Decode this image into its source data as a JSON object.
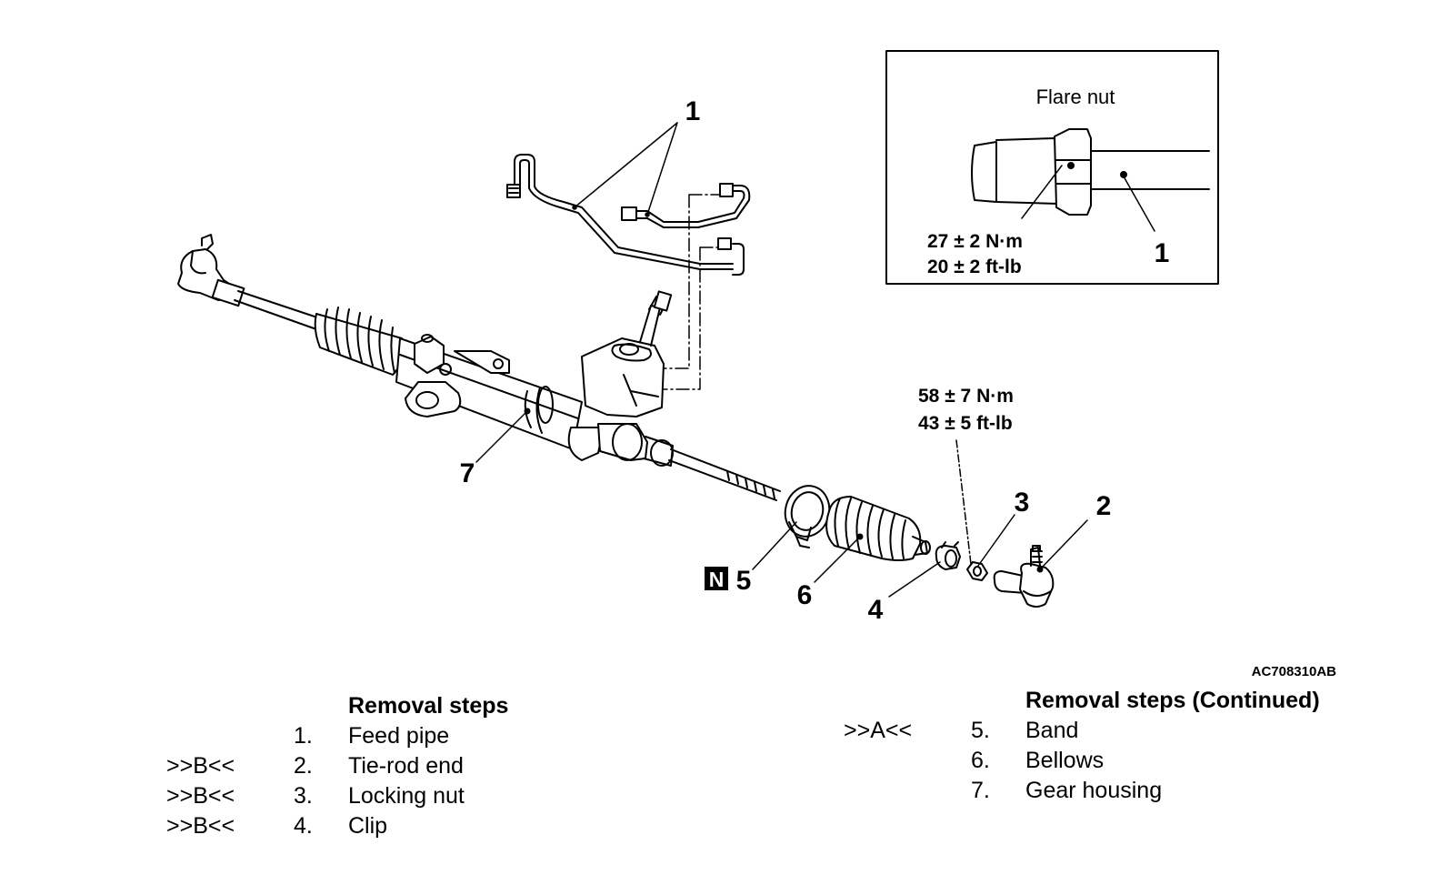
{
  "figure_code": "AC708310AB",
  "detail": {
    "label": "Flare nut",
    "torque_nm": "27 ± 2 N·m",
    "torque_ftlb": "20 ± 2 ft-lb",
    "callout": "1"
  },
  "main_torque": {
    "nm": "58 ± 7 N·m",
    "ftlb": "43 ± 5 ft-lb"
  },
  "callouts": {
    "c1": "1",
    "c2": "2",
    "c3": "3",
    "c4": "4",
    "c5": "5",
    "c6": "6",
    "c7": "7",
    "new_part_mark": "N"
  },
  "removal_steps": {
    "heading": "Removal steps",
    "items": [
      {
        "ref": "",
        "num": "1.",
        "name": "Feed pipe"
      },
      {
        "ref": ">>B<<",
        "num": "2.",
        "name": "Tie-rod end"
      },
      {
        "ref": ">>B<<",
        "num": "3.",
        "name": "Locking nut"
      },
      {
        "ref": ">>B<<",
        "num": "4.",
        "name": "Clip"
      }
    ]
  },
  "removal_steps_continued": {
    "heading": "Removal steps (Continued)",
    "items": [
      {
        "ref": ">>A<<",
        "num": "5.",
        "name": "Band"
      },
      {
        "ref": "",
        "num": "6.",
        "name": "Bellows"
      },
      {
        "ref": "",
        "num": "7.",
        "name": "Gear housing"
      }
    ]
  },
  "colors": {
    "line": "#000000",
    "background": "#ffffff"
  }
}
